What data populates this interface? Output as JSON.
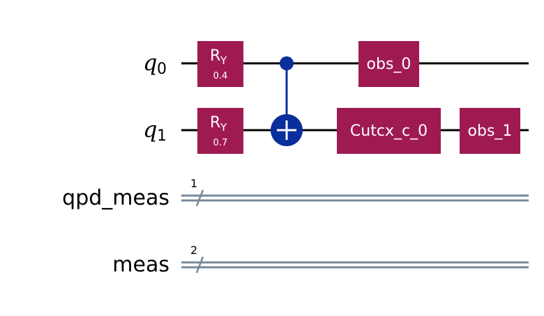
{
  "wires": {
    "q0": {
      "base": "q",
      "sub": "0"
    },
    "q1": {
      "base": "q",
      "sub": "1"
    },
    "qpd_meas": {
      "label": "qpd_meas",
      "size": "1"
    },
    "meas": {
      "label": "meas",
      "size": "2"
    }
  },
  "gates": {
    "ry_q0": {
      "name": "R",
      "sub": "Y",
      "param": "0.4"
    },
    "ry_q1": {
      "name": "R",
      "sub": "Y",
      "param": "0.7"
    },
    "obs_0": {
      "label": "obs_0"
    },
    "cutcx": {
      "label": "Cutcx_c_0"
    },
    "obs_1": {
      "label": "obs_1"
    }
  },
  "colors": {
    "gate_fill": "#a01a52",
    "cnot_fill": "#0a2f9c",
    "classical_wire": "#778899",
    "quantum_wire": "#000000"
  }
}
